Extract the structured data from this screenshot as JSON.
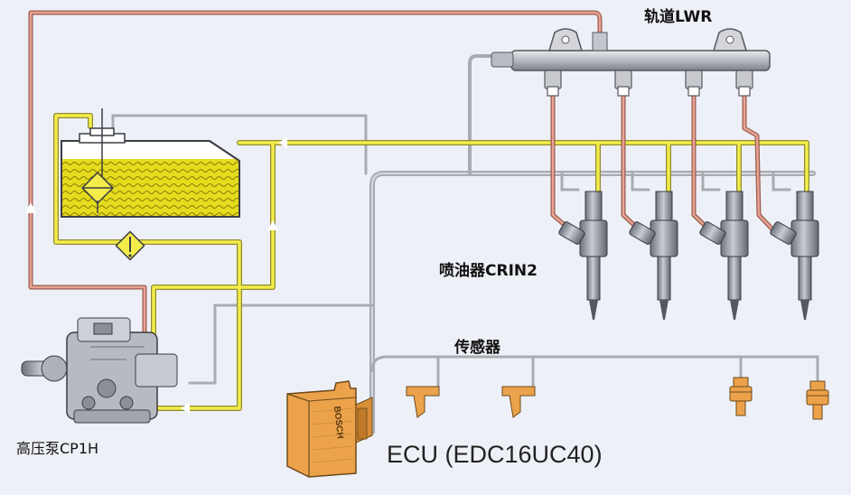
{
  "labels": {
    "rail": "轨道LWR",
    "injectors": "喷油器CRIN2",
    "sensors": "传感器",
    "pump": "高压泵CP1H",
    "ecu": "ECU (EDC16UC40)",
    "ecu_brand": "BOSCH"
  },
  "colors": {
    "high_pressure_line": "#d98b78",
    "low_pressure_line": "#e8e040",
    "wiring": "#a9abb2",
    "fuel": "#e6dc1e",
    "ecu_body": "#eca24a",
    "background": "#eef0f7"
  }
}
